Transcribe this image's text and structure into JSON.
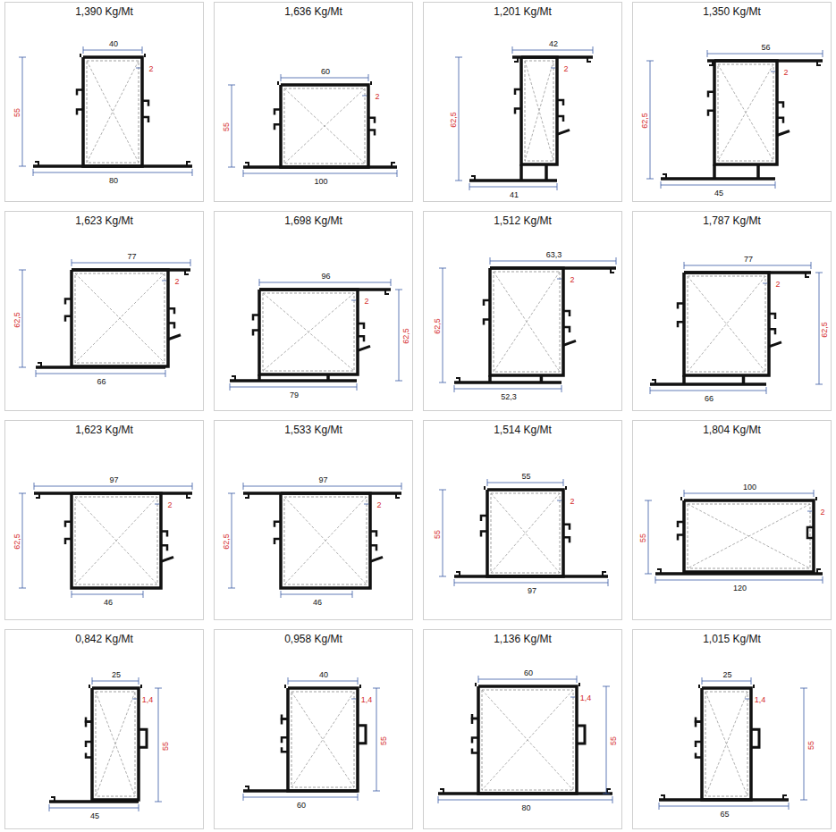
{
  "diagram": {
    "nodes": [
      {
        "text": [
          "1,390 Kg/Mt"
        ]
      },
      {
        "text": [
          "1,636 Kg/Mt"
        ]
      },
      {
        "text": [
          "1,201 Kg/Mt"
        ]
      },
      {
        "text": [
          "1,350 Kg/Mt"
        ]
      },
      {
        "text": [
          "1,623 Kg/Mt"
        ]
      },
      {
        "text": [
          "1,698 Kg/Mt"
        ]
      },
      {
        "text": [
          "1,512 Kg/Mt"
        ]
      },
      {
        "text": [
          "1,787 Kg/Mt"
        ]
      },
      {
        "text": [
          "1,623 Kg/Mt"
        ]
      },
      {
        "text": [
          "1,533 Kg/Mt"
        ]
      },
      {
        "text": [
          "1,514 Kg/Mt"
        ]
      },
      {
        "text": [
          "1,804 Kg/Mt"
        ]
      },
      {
        "text": [
          "0,842 Kg/Mt"
        ]
      },
      {
        "text": [
          "0,958 Kg/Mt"
        ]
      },
      {
        "text": [
          "1,136 Kg/Mt"
        ]
      },
      {
        "text": [
          "1,015 Kg/Mt"
        ]
      }
    ],
    "labels": [
      "40",
      "2",
      "55",
      "80",
      "60",
      "2",
      "55",
      "100",
      "42",
      "2",
      "62,5",
      "41",
      "56",
      "2",
      "62,5",
      "45",
      "77",
      "2",
      "62,5",
      "66",
      "96",
      "2",
      "62,5",
      "79",
      "63,3",
      "2",
      "62,5",
      "52,3",
      "77",
      "2",
      "62,5",
      "66",
      "97",
      "2",
      "62,5",
      "46",
      "97",
      "2",
      "62,5",
      "46",
      "55",
      "2",
      "55",
      "97",
      "100",
      "2",
      "55",
      "120",
      "25",
      "1,4",
      "55",
      "45",
      "40",
      "1,4",
      "55",
      "60",
      "60",
      "1,4",
      "55",
      "80",
      "25",
      "1,4",
      "55",
      "65"
    ]
  }
}
